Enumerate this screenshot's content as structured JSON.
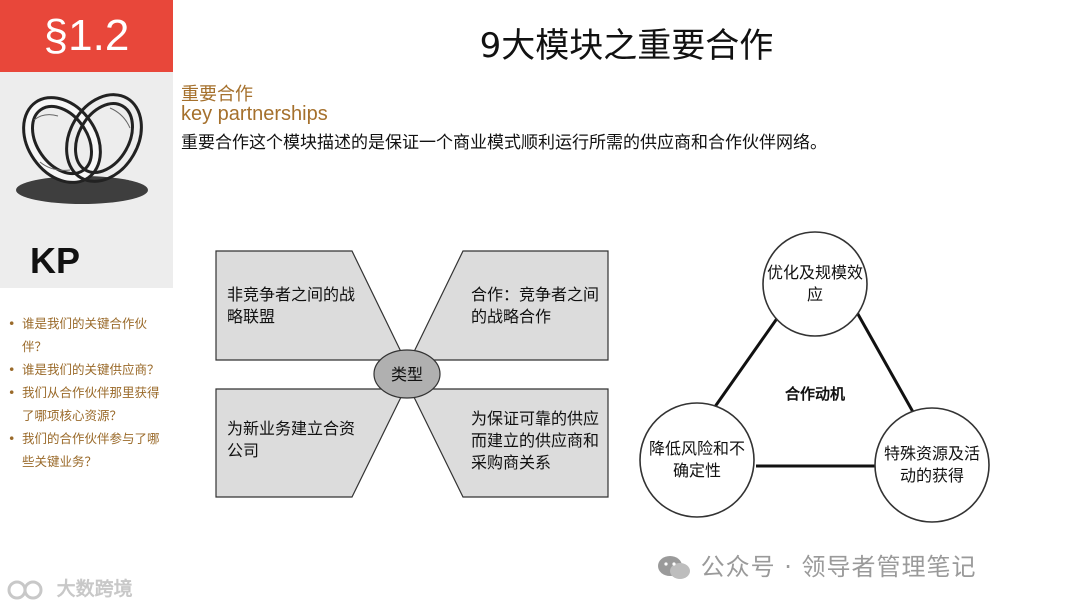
{
  "sidebar": {
    "section_number": "§1.2",
    "module_abbr": "KP",
    "questions": [
      "谁是我们的关键合作伙伴？",
      "谁是我们的关键供应商？",
      "我们从合作伙伴那里获得了哪项核心资源？",
      "我们的合作伙伴参与了哪些关键业务？"
    ],
    "accent_color": "#e8473a",
    "question_color": "#9a6a2a"
  },
  "header": {
    "title": "9大模块之重要合作"
  },
  "section": {
    "title_cn": "重要合作",
    "title_en": "key partnerships",
    "description": "重要合作这个模块描述的是保证一个商业模式顺利运行所需的供应商和合作伙伴网络。"
  },
  "types_diagram": {
    "center": "类型",
    "boxes": [
      "非竞争者之间的战略联盟",
      "合作：竞争者之间的战略合作",
      "为新业务建立合资公司",
      "为保证可靠的供应而建立的供应商和采购商关系"
    ]
  },
  "motive_diagram": {
    "center": "合作动机",
    "nodes": [
      "优化及规模效应",
      "降低风险和不确定性",
      "特殊资源及活动的获得"
    ]
  },
  "footer": {
    "watermark": "公众号 · 领导者管理笔记",
    "brand": "大数跨境"
  }
}
